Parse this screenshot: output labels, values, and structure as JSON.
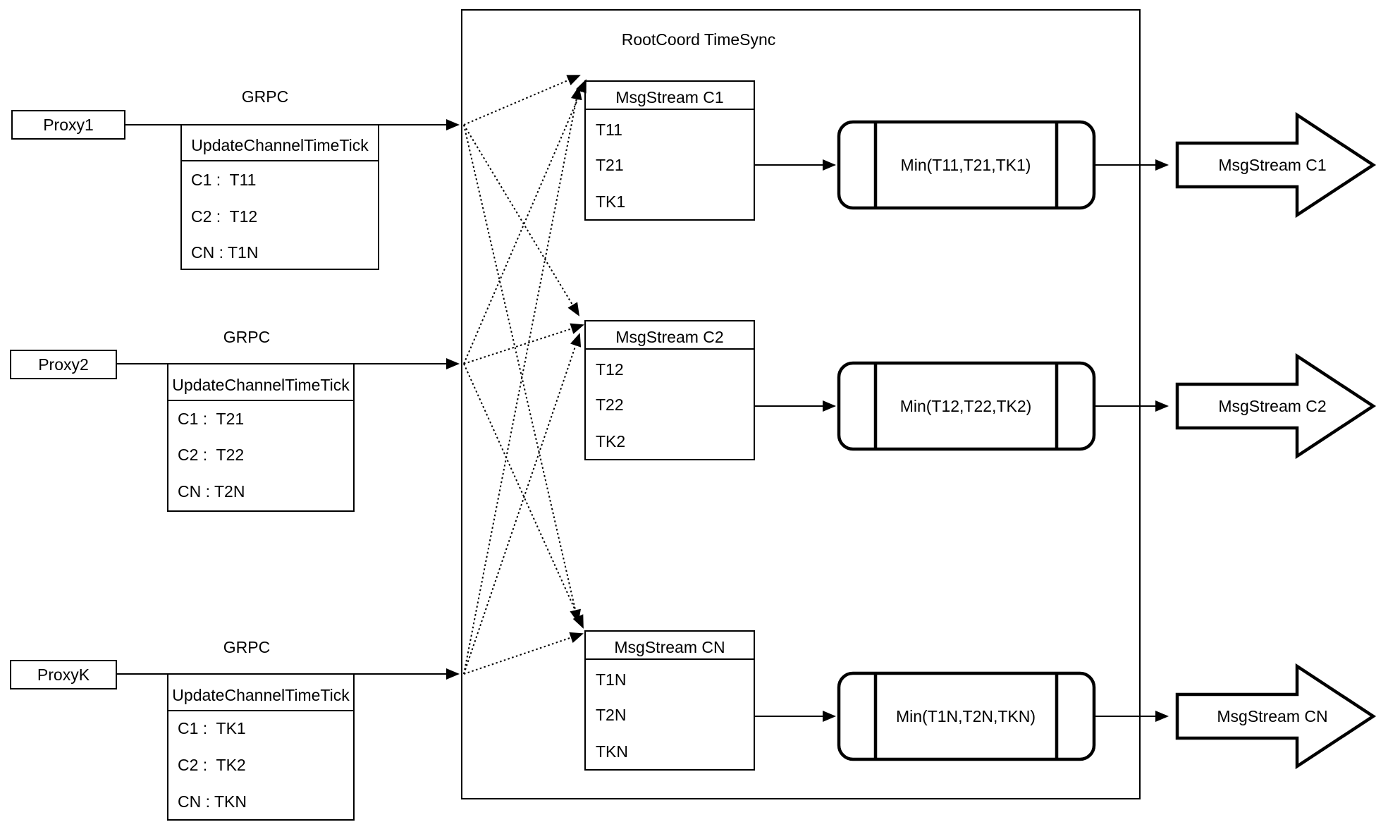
{
  "diagram": {
    "title": "RootCoord TimeSync",
    "grpc_label": "GRPC",
    "proxies": [
      {
        "name": "Proxy1",
        "table": {
          "header": "UpdateChannelTimeTick",
          "rows": [
            "C1 :  T11",
            "C2 :  T12",
            "CN : T1N"
          ]
        }
      },
      {
        "name": "Proxy2",
        "table": {
          "header": "UpdateChannelTimeTick",
          "rows": [
            "C1 :  T21",
            "C2 :  T22",
            "CN : T2N"
          ]
        }
      },
      {
        "name": "ProxyK",
        "table": {
          "header": "UpdateChannelTimeTick",
          "rows": [
            "C1 :  TK1",
            "C2 :  TK2",
            "CN : TKN"
          ]
        }
      }
    ],
    "streams": [
      {
        "header": "MsgStream C1",
        "rows": [
          "T11",
          "T21",
          "TK1"
        ],
        "min_label": "Min(T11,T21,TK1)",
        "out_label": "MsgStream C1"
      },
      {
        "header": "MsgStream C2",
        "rows": [
          "T12",
          "T22",
          "TK2"
        ],
        "min_label": "Min(T12,T22,TK2)",
        "out_label": "MsgStream C2"
      },
      {
        "header": "MsgStream CN",
        "rows": [
          "T1N",
          "T2N",
          "TKN"
        ],
        "min_label": "Min(T1N,T2N,TKN)",
        "out_label": "MsgStream CN"
      }
    ],
    "colors": {
      "line": "#000000",
      "background": "#ffffff"
    }
  }
}
